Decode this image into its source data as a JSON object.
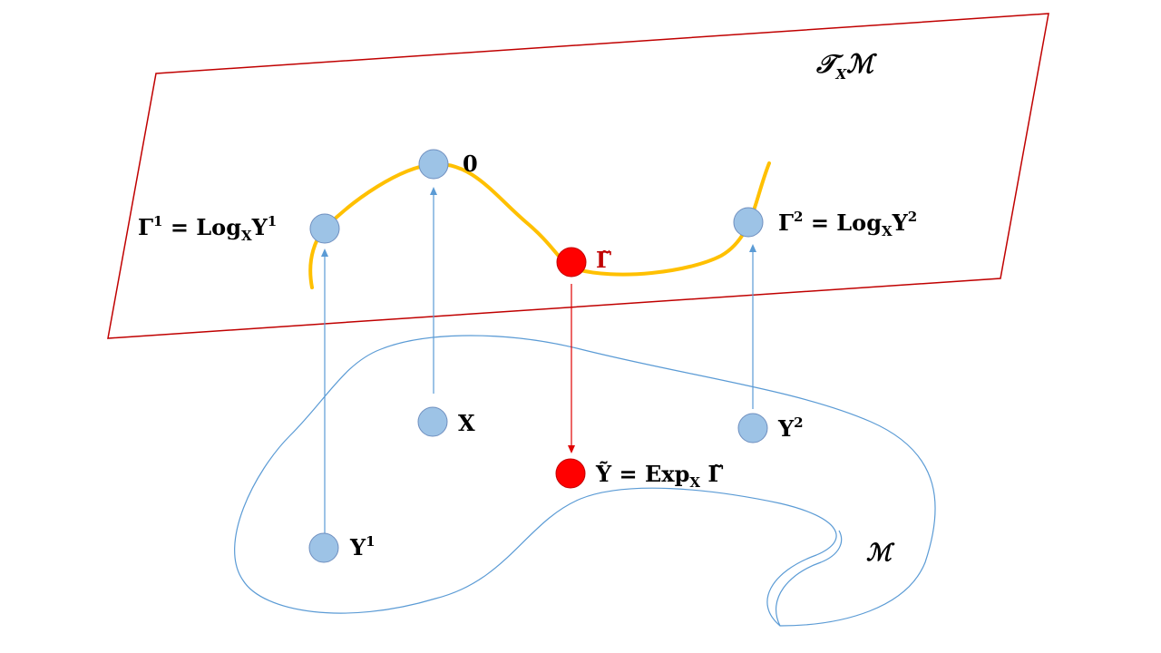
{
  "colors": {
    "plane_stroke": "#c00000",
    "manifold_stroke": "#5b9bd5",
    "curve": "#ffc000",
    "node_fill": "#9dc3e6",
    "node_stroke": "#6f8fbf",
    "highlight_fill": "#ff0000",
    "highlight_stroke": "#c00000",
    "arrow_blue": "#5b9bd5",
    "arrow_red": "#e00000"
  },
  "labels": {
    "tangent_space": {
      "main": "𝒯",
      "sub": "X",
      "tail": "ℳ"
    },
    "manifold": "ℳ",
    "origin": "0",
    "gamma1": {
      "base": "Γ",
      "sup": "1",
      "eq": " = Log",
      "sub": "X",
      "tail": "Y",
      "tail_sup": "1"
    },
    "gamma2": {
      "base": "Γ",
      "sup": "2",
      "eq": " = Log",
      "sub": "X",
      "tail": "Y",
      "tail_sup": "2"
    },
    "gamma_tilde": "Γ̃",
    "x": "X",
    "y1": {
      "base": "Y",
      "sup": "1"
    },
    "y2": {
      "base": "Y",
      "sup": "2"
    },
    "y_tilde": {
      "base": "Ỹ",
      "eq": " = Exp",
      "sub": "X",
      "tail": " Γ̃"
    }
  }
}
